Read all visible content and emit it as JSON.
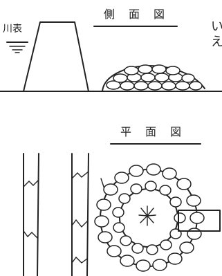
{
  "side_view": {
    "title": "側　面　図",
    "river_surface_label": "川表"
  },
  "plan_view": {
    "title": "平　面　図"
  },
  "edge_text": {
    "top": "い",
    "bottom": "え"
  }
}
